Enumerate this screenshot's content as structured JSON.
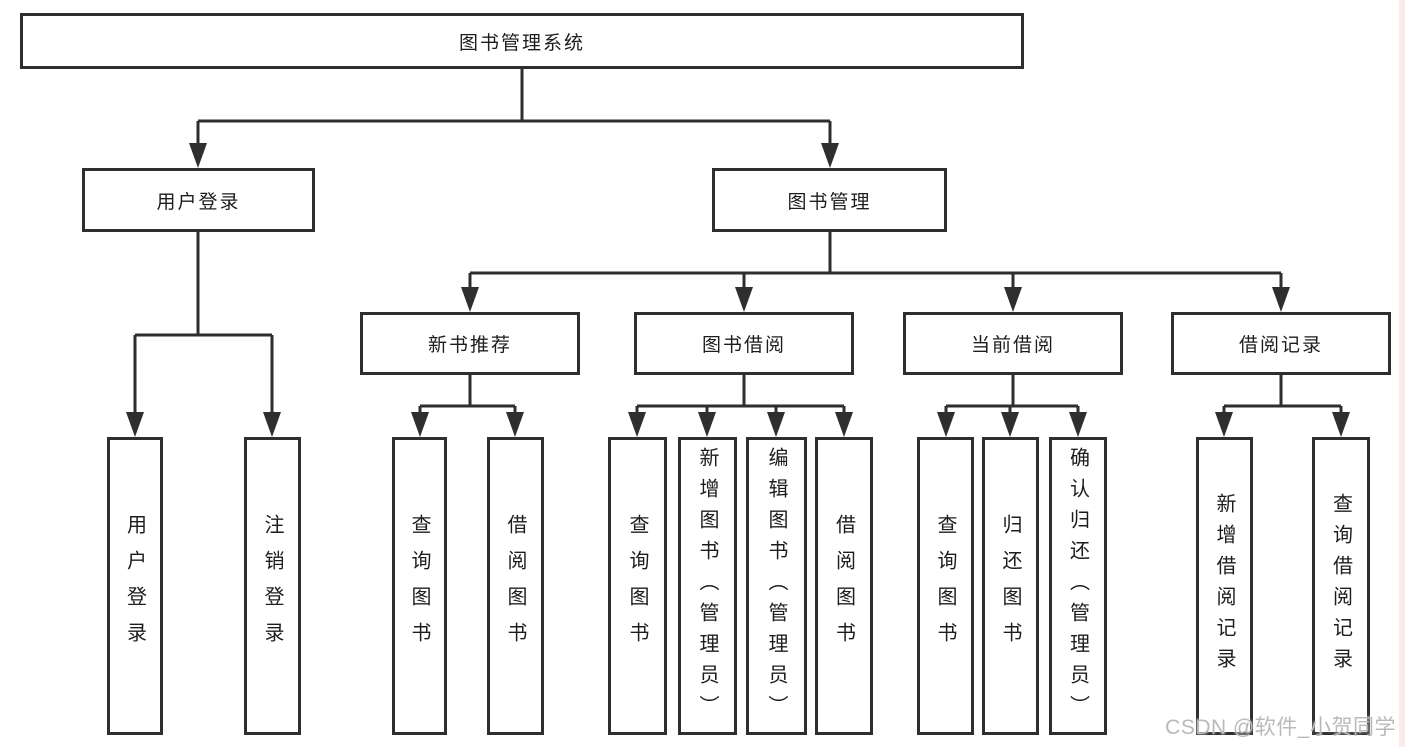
{
  "tree": {
    "root": "图书管理系统",
    "level2": [
      {
        "label": "用户登录"
      },
      {
        "label": "图书管理"
      }
    ],
    "level3": [
      {
        "label": "新书推荐",
        "parent": "图书管理"
      },
      {
        "label": "图书借阅",
        "parent": "图书管理"
      },
      {
        "label": "当前借阅",
        "parent": "图书管理"
      },
      {
        "label": "借阅记录",
        "parent": "图书管理"
      }
    ],
    "leaves": [
      {
        "label": "用户登录",
        "parent": "用户登录"
      },
      {
        "label": "注销登录",
        "parent": "用户登录"
      },
      {
        "label": "查询图书",
        "parent": "新书推荐"
      },
      {
        "label": "借阅图书",
        "parent": "新书推荐"
      },
      {
        "label": "查询图书",
        "parent": "图书借阅"
      },
      {
        "label": "新增图书（管理员）",
        "parent": "图书借阅"
      },
      {
        "label": "编辑图书（管理员）",
        "parent": "图书借阅"
      },
      {
        "label": "借阅图书",
        "parent": "图书借阅"
      },
      {
        "label": "查询图书",
        "parent": "当前借阅"
      },
      {
        "label": "归还图书",
        "parent": "当前借阅"
      },
      {
        "label": "确认归还（管理员）",
        "parent": "当前借阅"
      },
      {
        "label": "新增借阅记录",
        "parent": "借阅记录"
      },
      {
        "label": "查询借阅记录",
        "parent": "借阅记录"
      }
    ]
  },
  "watermark": {
    "text": "CSDN @软件_小贺同学"
  },
  "colors": {
    "line": "#2e2e2e",
    "text": "#1d1d1d",
    "background": "#ffffff",
    "watermark": "#b9b9b9"
  }
}
